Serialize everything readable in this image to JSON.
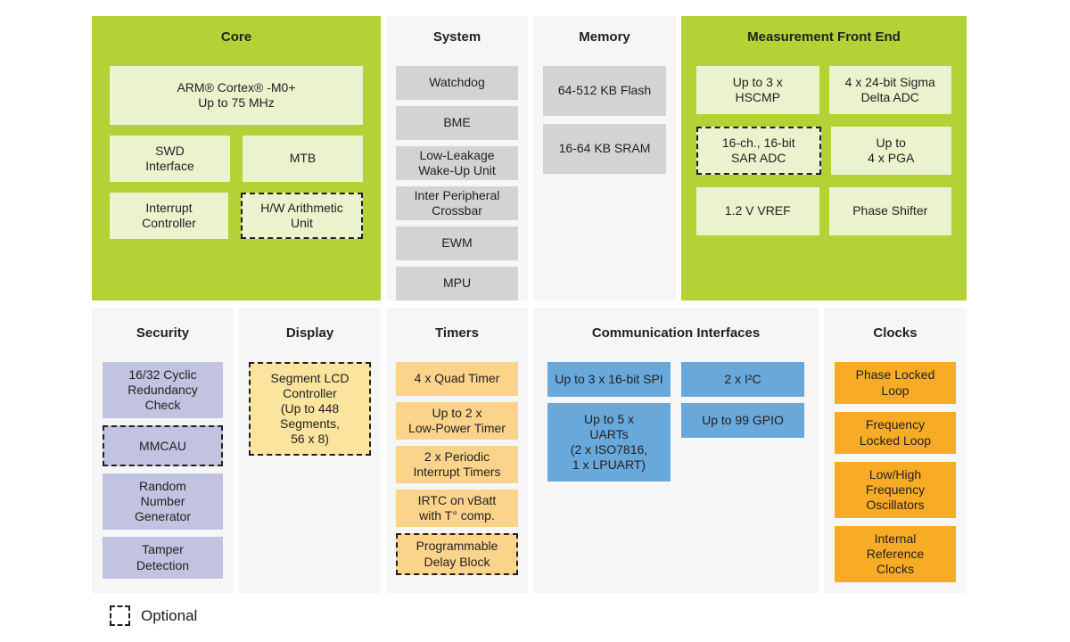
{
  "legend": {
    "label": "Optional"
  },
  "colors": {
    "green_panel": "#b2d235",
    "green_block": "#eaf2ce",
    "gray_panel": "#f6f6f7",
    "gray_block": "#d1d3d4",
    "purple_block": "#c1c3e0",
    "yellow_block": "#fae49e",
    "amber_block": "#fbd38b",
    "blue_block": "#68a8db",
    "orange_block": "#f8ac25",
    "text": "#231f20"
  },
  "panels": {
    "core": {
      "title": "Core",
      "blocks": {
        "arm_cortex": "ARM® Cortex® -M0+\nUp to 75 MHz",
        "swd_interface": "SWD\nInterface",
        "mtb": "MTB",
        "interrupt_controller": "Interrupt\nController",
        "hw_arithmetic_unit": "H/W Arithmetic\nUnit"
      }
    },
    "system": {
      "title": "System",
      "blocks": {
        "watchdog": "Watchdog",
        "bme": "BME",
        "llwu": "Low-Leakage\nWake-Up Unit",
        "crossbar": "Inter Peripheral\nCrossbar",
        "ewm": "EWM",
        "mpu": "MPU"
      }
    },
    "memory": {
      "title": "Memory",
      "blocks": {
        "flash": "64-512 KB Flash",
        "sram": "16-64 KB SRAM"
      }
    },
    "mfe": {
      "title": "Measurement Front End",
      "blocks": {
        "hscmp": "Up to 3 x\nHSCMP",
        "sigma_delta_adc": "4 x 24-bit Sigma\nDelta ADC",
        "sar_adc": "16-ch., 16-bit\nSAR ADC",
        "pga": "Up to\n4 x PGA",
        "vref": "1.2 V VREF",
        "phase_shifter": "Phase Shifter"
      }
    },
    "security": {
      "title": "Security",
      "blocks": {
        "crc": "16/32 Cyclic\nRedundancy\nCheck",
        "mmcau": "MMCAU",
        "rng": "Random\nNumber\nGenerator",
        "tamper": "Tamper\nDetection"
      }
    },
    "display": {
      "title": "Display",
      "blocks": {
        "segment_lcd": "Segment LCD\nController\n(Up to 448\nSegments,\n56 x 8)"
      }
    },
    "timers": {
      "title": "Timers",
      "blocks": {
        "quad_timer": "4 x Quad Timer",
        "lp_timer": "Up to 2 x\nLow-Power Timer",
        "pit": "2 x Periodic\nInterrupt Timers",
        "irtc": "IRTC on vBatt\nwith T° comp.",
        "pdb": "Programmable\nDelay Block"
      }
    },
    "comm": {
      "title": "Communication Interfaces",
      "blocks": {
        "spi": "Up to 3 x 16-bit SPI",
        "i2c": "2 x I²C",
        "uarts": "Up to 5 x\nUARTs\n(2 x ISO7816,\n1 x LPUART)",
        "gpio": "Up to 99 GPIO"
      }
    },
    "clocks": {
      "title": "Clocks",
      "blocks": {
        "pll": "Phase Locked\nLoop",
        "fll": "Frequency\nLocked Loop",
        "osc": "Low/High\nFrequency\nOscillators",
        "irc": "Internal\nReference\nClocks"
      }
    }
  }
}
